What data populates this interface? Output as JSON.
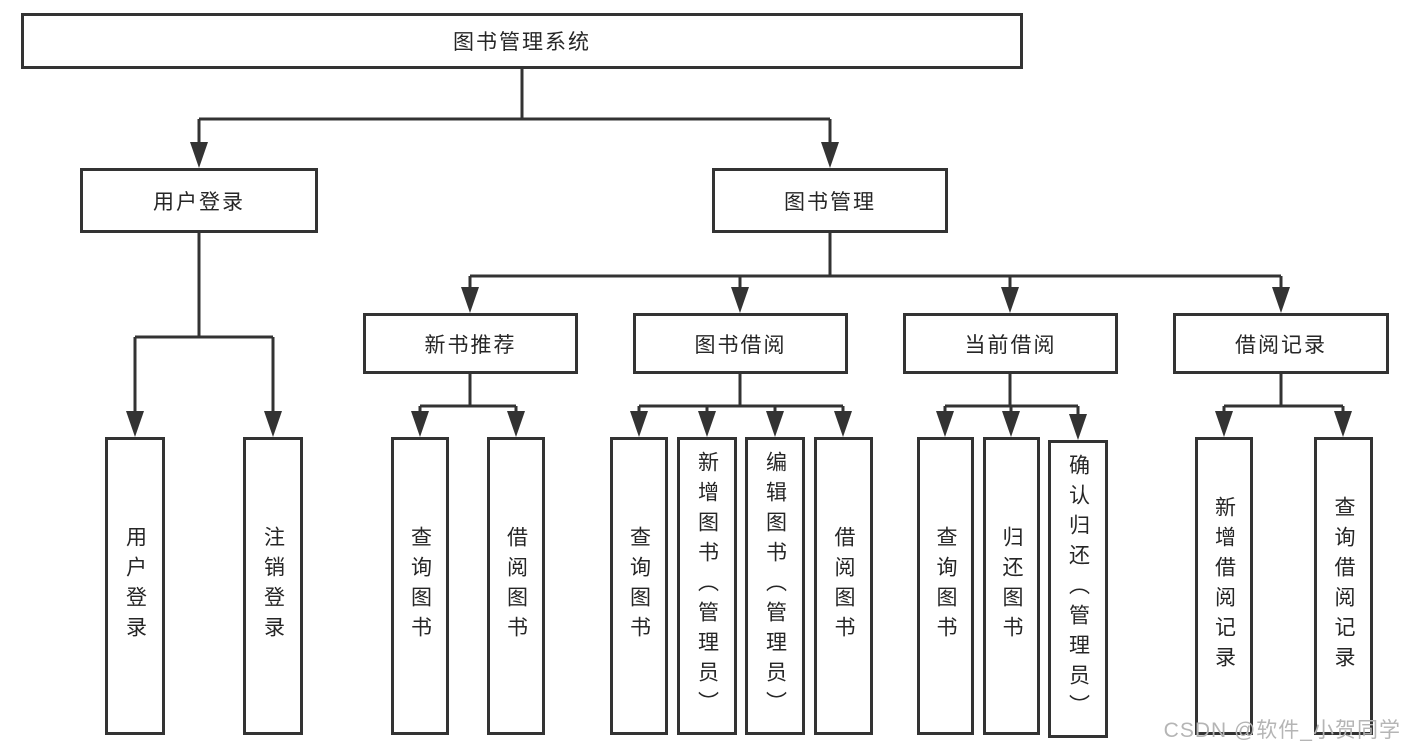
{
  "tree": {
    "label": "图书管理系统",
    "children": [
      {
        "label": "用户登录",
        "children": [
          {
            "label": "用户登录"
          },
          {
            "label": "注销登录"
          }
        ]
      },
      {
        "label": "图书管理",
        "children": [
          {
            "label": "新书推荐",
            "children": [
              {
                "label": "查询图书"
              },
              {
                "label": "借阅图书"
              }
            ]
          },
          {
            "label": "图书借阅",
            "children": [
              {
                "label": "查询图书"
              },
              {
                "label": "新增图书（管理员）"
              },
              {
                "label": "编辑图书（管理员）"
              },
              {
                "label": "借阅图书"
              }
            ]
          },
          {
            "label": "当前借阅",
            "children": [
              {
                "label": "查询图书"
              },
              {
                "label": "归还图书"
              },
              {
                "label": "确认归还（管理员）"
              }
            ]
          },
          {
            "label": "借阅记录",
            "children": [
              {
                "label": "新增借阅记录"
              },
              {
                "label": "查询借阅记录"
              }
            ]
          }
        ]
      }
    ]
  },
  "watermark": {
    "text": "CSDN @软件_小贺同学"
  },
  "colors": {
    "line": "#333333",
    "box_border": "#333333",
    "box_fill": "#ffffff",
    "text": "#262626",
    "watermark": "#b5b5b5",
    "background": "#ffffff"
  }
}
